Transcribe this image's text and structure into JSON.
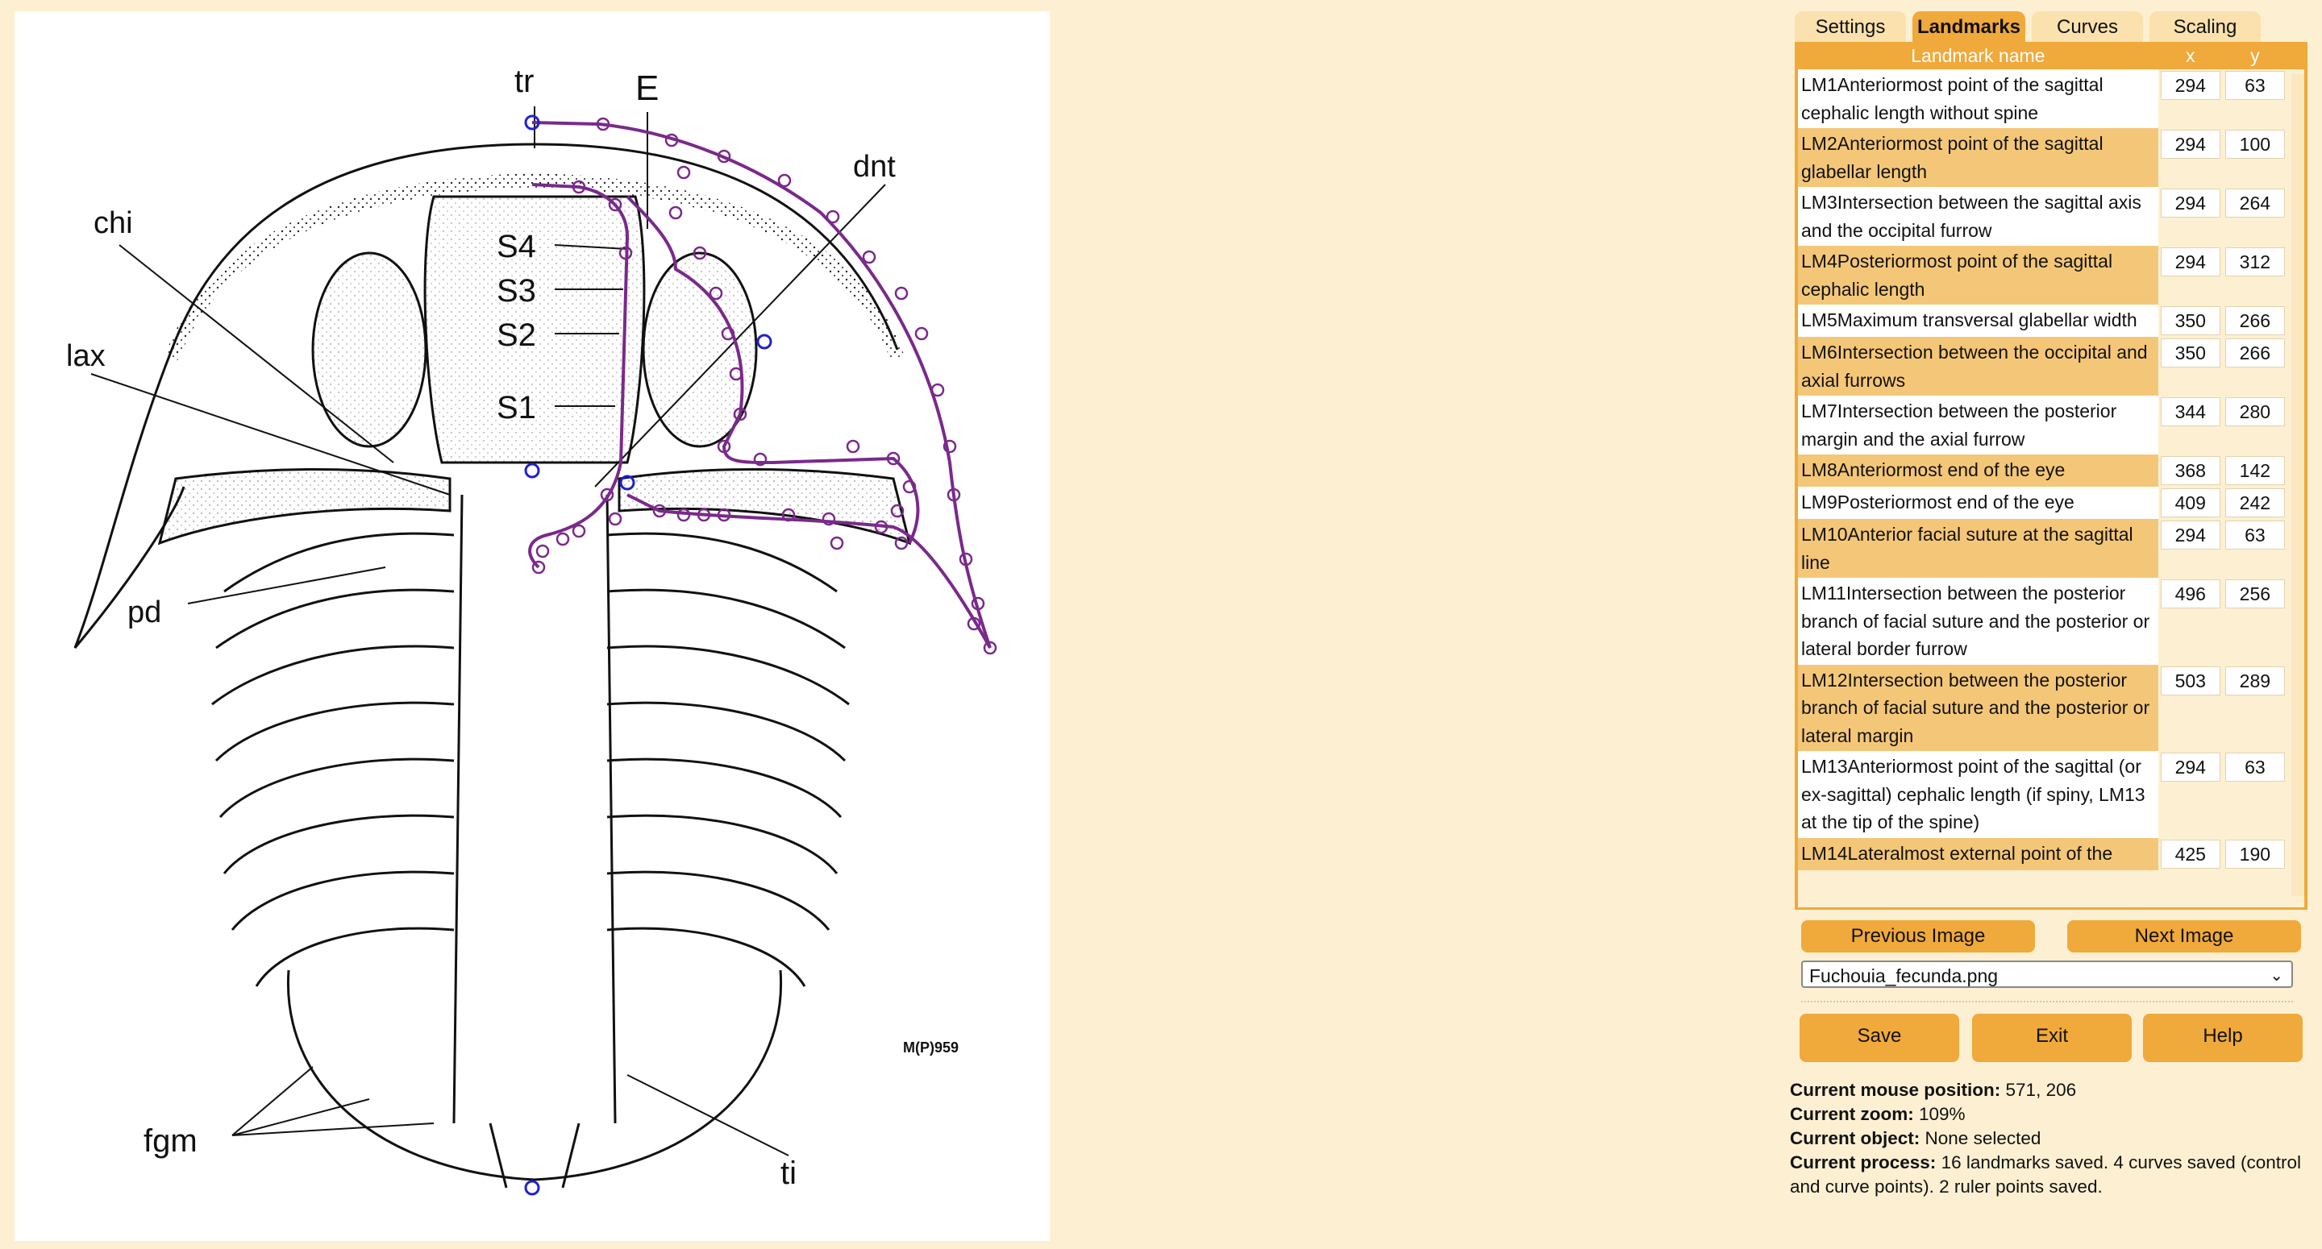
{
  "figure": {
    "labels": {
      "tr": "tr",
      "E": "E",
      "dnt": "dnt",
      "chi": "chi",
      "lax": "lax",
      "S4": "S4",
      "S3": "S3",
      "S2": "S2",
      "S1": "S1",
      "pd": "pd",
      "fgm": "fgm",
      "ti": "ti",
      "stamp": "M(P)959"
    },
    "outline_color": "#7a2a8a",
    "marker_blue": "#2020d0"
  },
  "tabs": [
    {
      "label": "Settings",
      "active": false
    },
    {
      "label": "Landmarks",
      "active": true
    },
    {
      "label": "Curves",
      "active": false
    },
    {
      "label": "Scaling",
      "active": false
    }
  ],
  "table": {
    "headers": {
      "name": "Landmark name",
      "x": "x",
      "y": "y"
    },
    "rows": [
      {
        "name": "LM1Anteriormost point of the sagittal cephalic length without spine",
        "x": "294",
        "y": "63"
      },
      {
        "name": "LM2Anteriormost point of the sagittal glabellar length",
        "x": "294",
        "y": "100"
      },
      {
        "name": "LM3Intersection between the sagittal axis and the occipital furrow",
        "x": "294",
        "y": "264"
      },
      {
        "name": "LM4Posteriormost point of the sagittal cephalic length",
        "x": "294",
        "y": "312"
      },
      {
        "name": "LM5Maximum transversal glabellar width",
        "x": "350",
        "y": "266"
      },
      {
        "name": "LM6Intersection between the occipital and axial furrows",
        "x": "350",
        "y": "266"
      },
      {
        "name": "LM7Intersection between the posterior margin and the axial furrow",
        "x": "344",
        "y": "280"
      },
      {
        "name": "LM8Anteriormost end of the eye",
        "x": "368",
        "y": "142"
      },
      {
        "name": "LM9Posteriormost end of the eye",
        "x": "409",
        "y": "242"
      },
      {
        "name": "LM10Anterior facial suture at the sagittal line",
        "x": "294",
        "y": "63"
      },
      {
        "name": "LM11Intersection between the posterior branch of facial suture and the posterior or lateral border furrow",
        "x": "496",
        "y": "256"
      },
      {
        "name": "LM12Intersection between the posterior branch of facial suture and the posterior or lateral margin",
        "x": "503",
        "y": "289"
      },
      {
        "name": "LM13Anteriormost point of the sagittal (or ex-sagittal) cephalic length (if spiny, LM13 at the tip of the spine)",
        "x": "294",
        "y": "63"
      },
      {
        "name": "LM14Lateralmost external point of the",
        "x": "425",
        "y": "190"
      }
    ]
  },
  "nav": {
    "previous": "Previous Image",
    "next": "Next Image"
  },
  "file_select": {
    "value": "Fuchouia_fecunda.png"
  },
  "actions": {
    "save": "Save",
    "exit": "Exit",
    "help": "Help"
  },
  "status": {
    "mouse_label": "Current mouse position:",
    "mouse_value": "571, 206",
    "zoom_label": "Current zoom:",
    "zoom_value": "109%",
    "object_label": "Current object:",
    "object_value": "None selected",
    "process_label": "Current process:",
    "process_value": "16 landmarks saved. 4 curves saved (control and curve points). 2 ruler points saved."
  }
}
